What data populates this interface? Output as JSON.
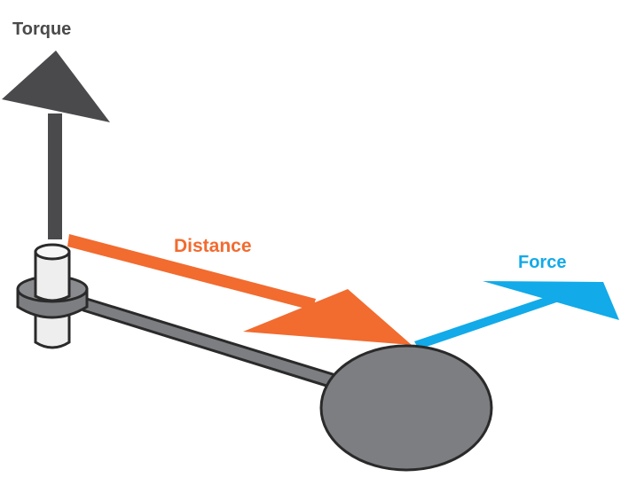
{
  "labels": {
    "torque": "Torque",
    "distance": "Distance",
    "force": "Force"
  },
  "colors": {
    "torque": "#4a4a4c",
    "distance": "#f26b2f",
    "force": "#12aae8",
    "wrench_fill": "#7d7e82",
    "outline": "#2a2a2a",
    "post": "#eeeeee"
  }
}
